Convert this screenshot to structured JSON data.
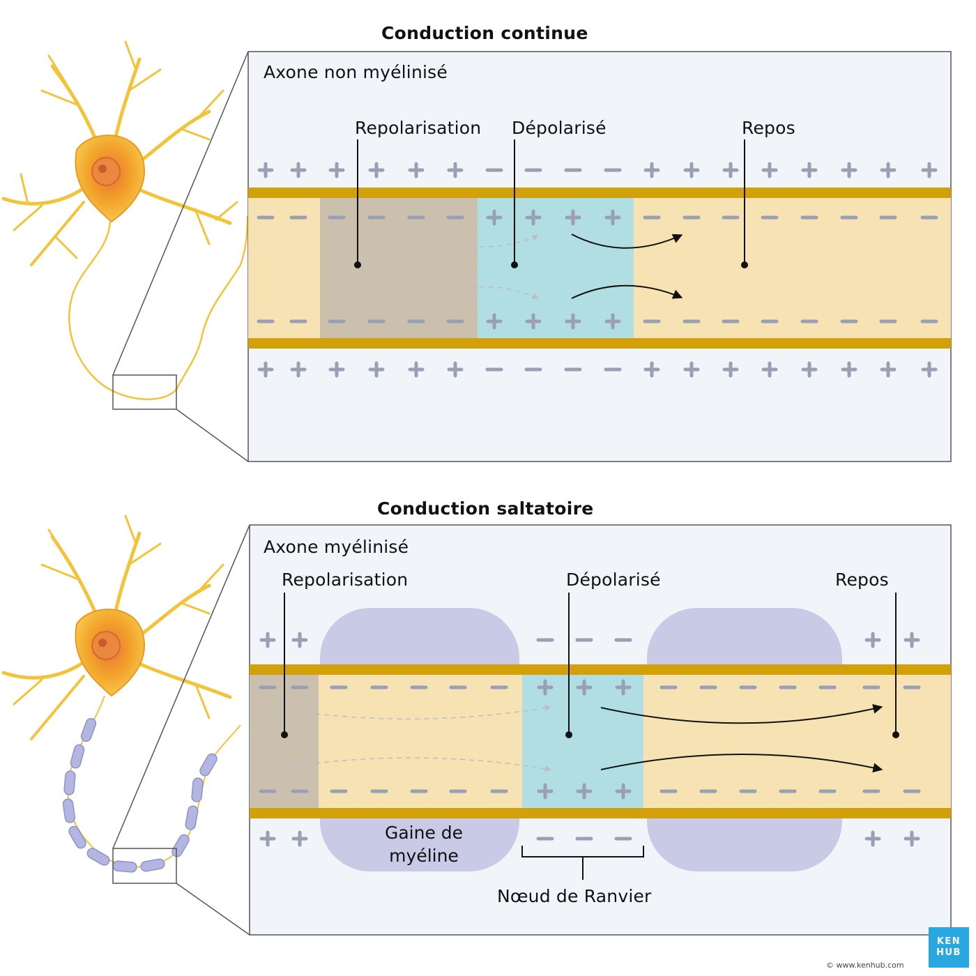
{
  "top": {
    "title": "Conduction continue",
    "subtitle": "Axone non myélinisé",
    "labels": {
      "repolarisation": "Repolarisation",
      "depolarise": "Dépolarisé",
      "repos": "Repos"
    }
  },
  "bottom": {
    "title": "Conduction saltatoire",
    "subtitle": "Axone myélinisé",
    "labels": {
      "repolarisation": "Repolarisation",
      "depolarise": "Dépolarisé",
      "repos": "Repos",
      "gaine_line1": "Gaine de",
      "gaine_line2": "myéline",
      "noeud": "Nœud de Ranvier"
    }
  },
  "logo": {
    "line1": "KEN",
    "line2": "HUB"
  },
  "credit": "© www.kenhub.com",
  "colors": {
    "panel_bg": "#f1f5fa",
    "axon_fill": "#f6e2b3",
    "membrane": "#d2a109",
    "repolarisation_zone": "#cbbfad",
    "depolarised_zone": "#b0dee2",
    "myelin": "#c8cae6",
    "charge": "#9aa0b3",
    "neuron": "#f0b020"
  }
}
